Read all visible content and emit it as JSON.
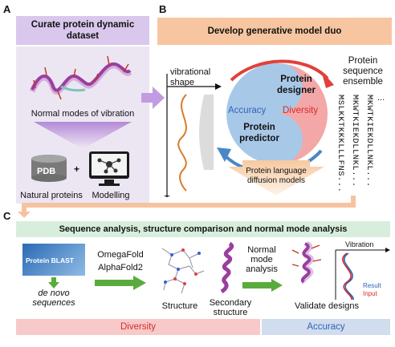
{
  "panel_a": {
    "letter": "A",
    "title": "Curate protein dynamic dataset",
    "normal_modes_label": "Normal modes of vibration",
    "pdb_label": "PDB",
    "plus": "+",
    "natural_proteins_label": "Natural proteins",
    "modelling_label": "Modelling"
  },
  "panel_b": {
    "letter": "B",
    "title": "Develop generative model duo",
    "vibrational_shape_label": "vibrational shape",
    "protein_designer_label": "Protein designer",
    "diversity_label": "Diversity",
    "accuracy_label": "Accuracy",
    "protein_predictor_label": "Protein predictor",
    "language_models_label": "Protein language diffusion models",
    "ensemble_label": "Protein sequence ensemble",
    "sequences": [
      "MSLKKTKKKLLLFNS...",
      "MKWTKIEKDLLNKL...",
      "MKWTKIEKDLLNKL..."
    ],
    "ellipsis": "..."
  },
  "panel_c": {
    "letter": "C",
    "title": "Sequence analysis, structure comparison and normal mode analysis",
    "protein_blast_label": "Protein BLAST",
    "de_novo_label": "de novo sequences",
    "omegafold_label": "OmegaFold",
    "alphafold_label": "AlphaFold2",
    "structure_label": "Structure",
    "secondary_structure_label": "Secondary structure",
    "normal_mode_label": "Normal mode analysis",
    "validate_label": "Validate designs",
    "vibration_label": "Vibration",
    "result_label": "Result",
    "input_label": "Input",
    "diversity_bar_label": "Diversity",
    "accuracy_bar_label": "Accuracy"
  },
  "colors": {
    "panel_a_header": "#d9c7ec",
    "panel_a_body": "#ece6f3",
    "panel_b_header": "#f7c6a1",
    "panel_c_header": "#d7eedc",
    "designer_red": "#f4a7a7",
    "predictor_blue": "#a8c8e8",
    "arrow_red": "#e0413a",
    "arrow_blue": "#4a87c6",
    "arrow_green": "#5aab3e",
    "diversity_bar": "#f7c9c9",
    "accuracy_bar": "#d1dcee",
    "helix_purple": "#9a3ea0",
    "curve_orange": "#d97b2a"
  }
}
